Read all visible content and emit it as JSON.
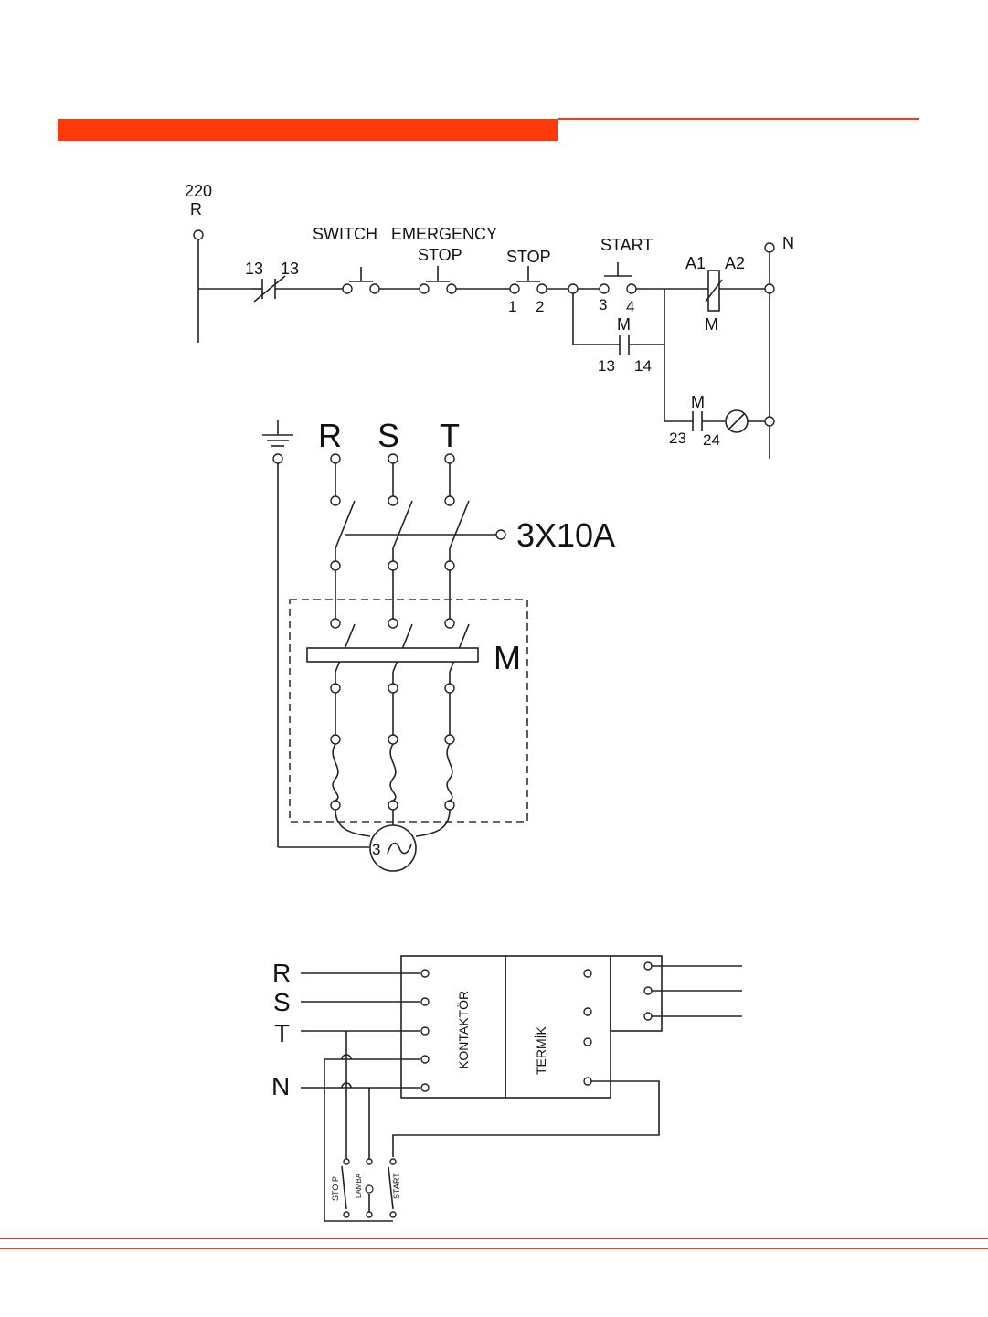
{
  "control": {
    "supply_voltage": "220",
    "phase": "R",
    "neutral": "N",
    "thermal_a": "13",
    "thermal_b": "13",
    "switch": "SWITCH",
    "emergency_1": "EMERGENCY",
    "emergency_2": "STOP",
    "stop": "STOP",
    "stop_t1": "1",
    "stop_t2": "2",
    "start": "START",
    "start_t3": "3",
    "start_t4": "4",
    "coil_a1": "A1",
    "coil_a2": "A2",
    "coil_name": "M",
    "hold_name": "M",
    "hold_t13": "13",
    "hold_t14": "14",
    "lamp_name": "M",
    "lamp_t23": "23",
    "lamp_t24": "24"
  },
  "power": {
    "phase_r": "R",
    "phase_s": "S",
    "phase_t": "T",
    "breaker": "3X10A",
    "contactor": "M",
    "motor_num": "3"
  },
  "wiring": {
    "r": "R",
    "s": "S",
    "t": "T",
    "n": "N",
    "contactor": "KONTAKTÖR",
    "thermal": "TERMİK",
    "stop": "STO P",
    "lamp": "LAMBA",
    "start": "START"
  }
}
